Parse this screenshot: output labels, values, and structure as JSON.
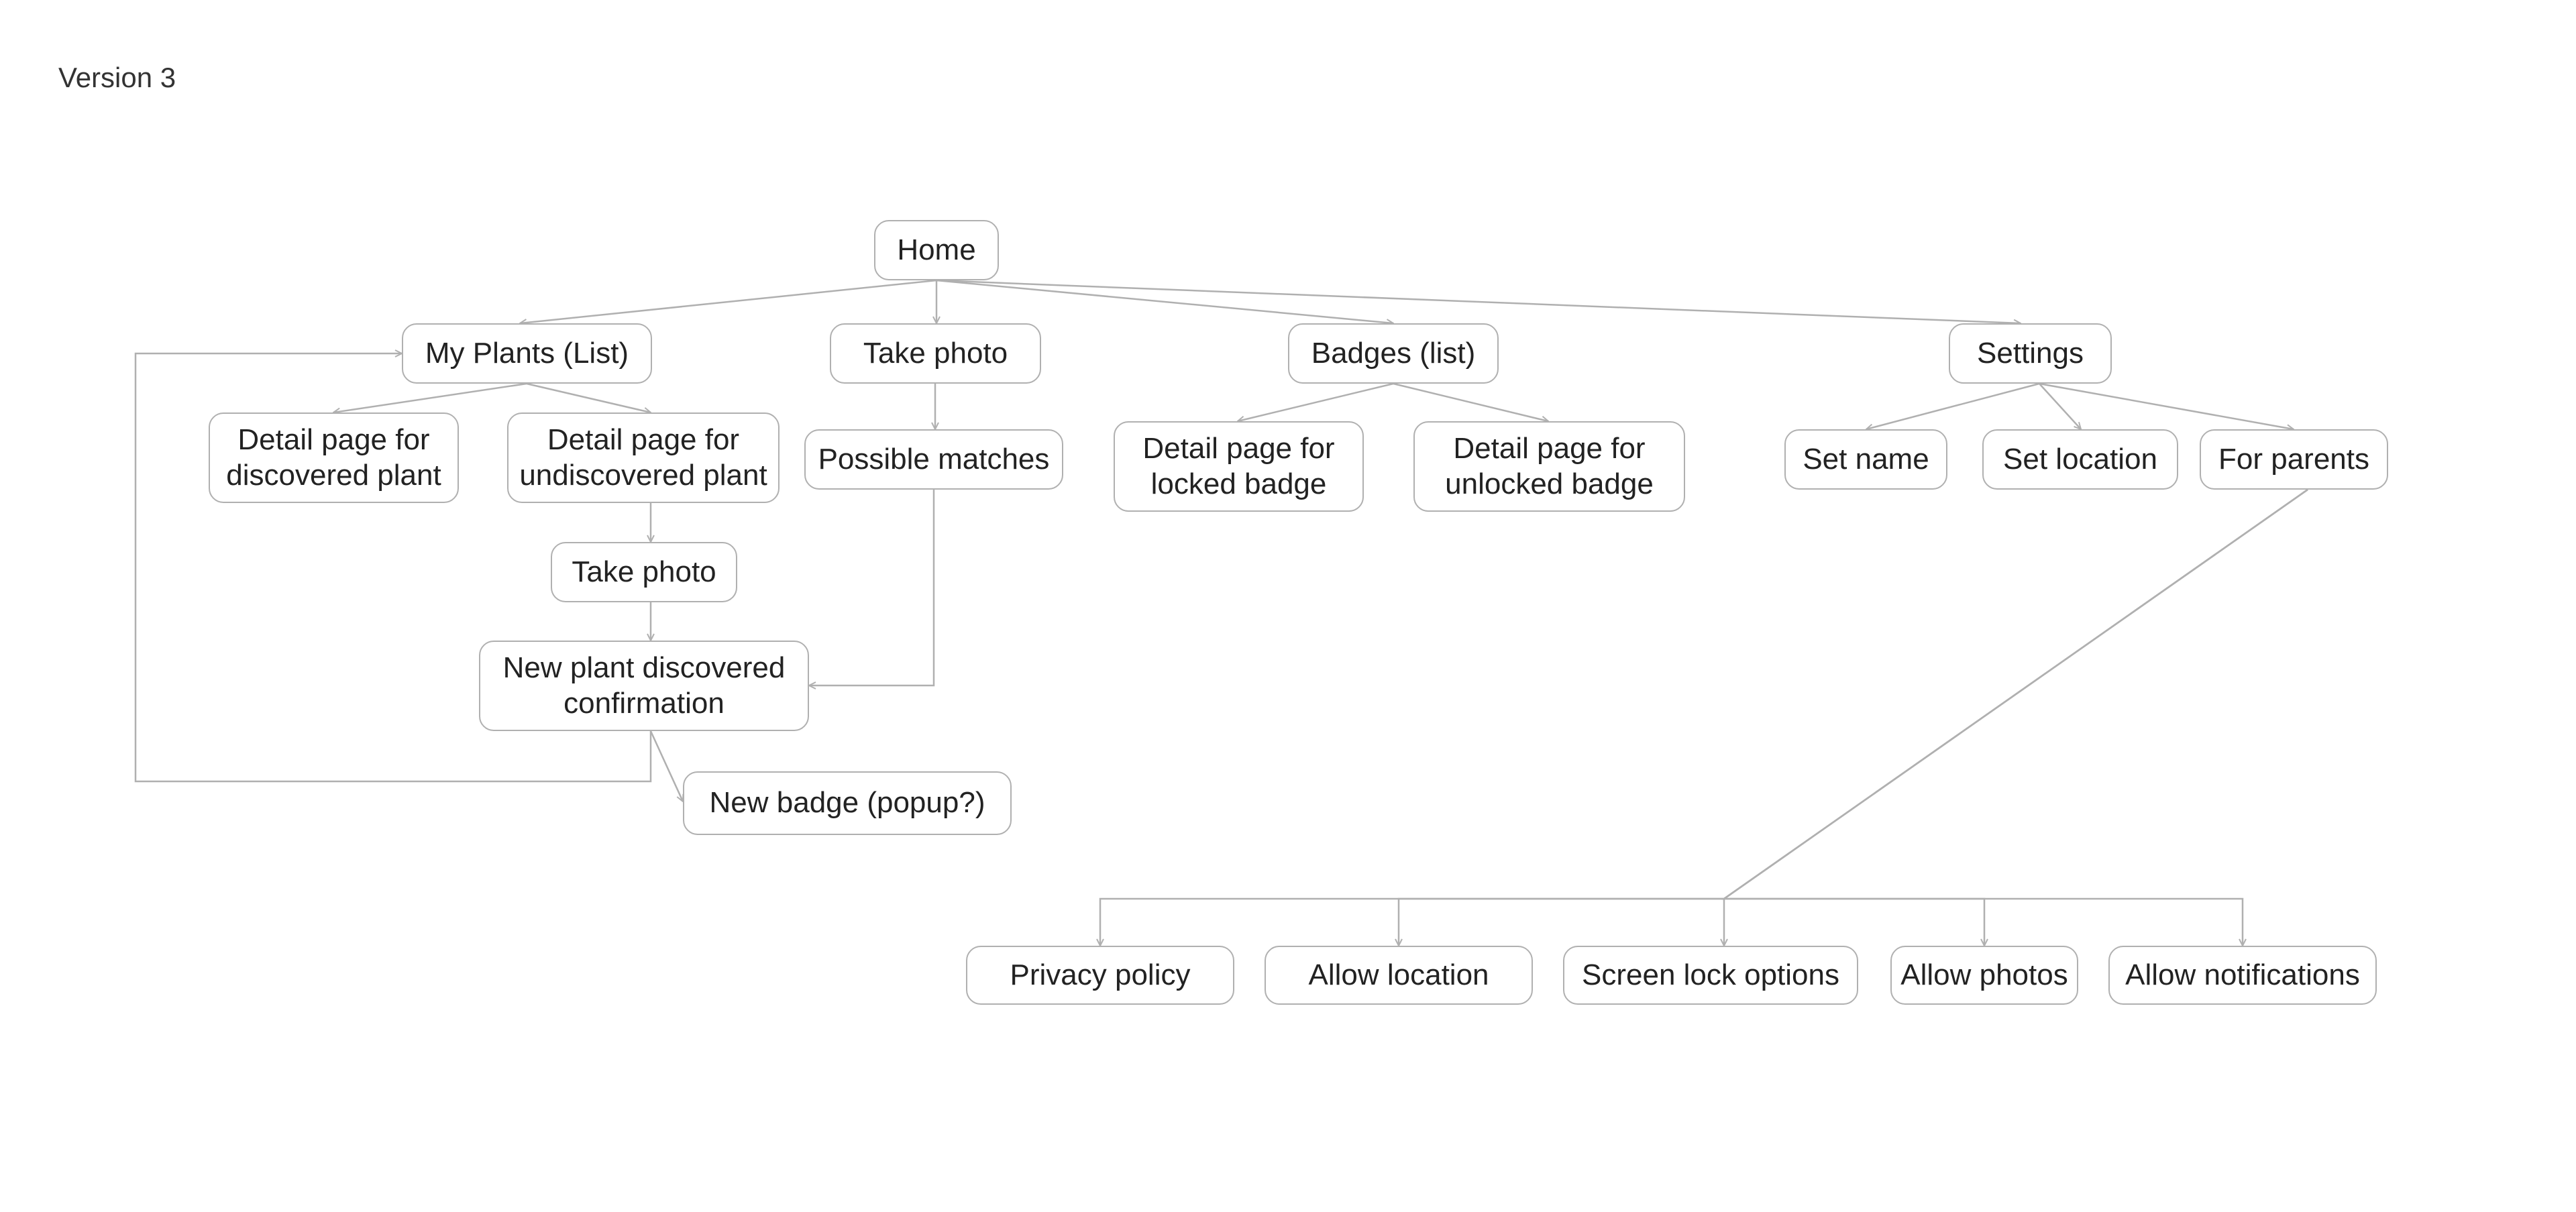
{
  "title": "Version 3",
  "style": {
    "edge_color": "#b0b0b0",
    "node_border_color": "#b0b0b0",
    "text_color": "#222222"
  },
  "nodes": {
    "home": {
      "label": "Home"
    },
    "my_plants": {
      "label": "My Plants (List)"
    },
    "take_photo_main": {
      "label": "Take photo"
    },
    "badges": {
      "label": "Badges (list)"
    },
    "settings": {
      "label": "Settings"
    },
    "detail_discovered": {
      "label": "Detail page for\ndiscovered plant"
    },
    "detail_undiscovered": {
      "label": "Detail page for\nundiscovered plant"
    },
    "possible_matches": {
      "label": "Possible matches"
    },
    "detail_locked": {
      "label": "Detail page for\nlocked badge"
    },
    "detail_unlocked": {
      "label": "Detail page for\nunlocked badge"
    },
    "set_name": {
      "label": "Set name"
    },
    "set_location": {
      "label": "Set location"
    },
    "for_parents": {
      "label": "For parents"
    },
    "take_photo_sub": {
      "label": "Take photo"
    },
    "new_plant_confirm": {
      "label": "New plant discovered\nconfirmation"
    },
    "new_badge": {
      "label": "New badge (popup?)"
    },
    "privacy_policy": {
      "label": "Privacy policy"
    },
    "allow_location": {
      "label": "Allow location"
    },
    "screen_lock": {
      "label": "Screen lock options"
    },
    "allow_photos": {
      "label": "Allow photos"
    },
    "allow_notifications": {
      "label": "Allow notifications"
    }
  },
  "edges": [
    {
      "from": "home",
      "to": "my_plants"
    },
    {
      "from": "home",
      "to": "take_photo_main"
    },
    {
      "from": "home",
      "to": "badges"
    },
    {
      "from": "home",
      "to": "settings"
    },
    {
      "from": "my_plants",
      "to": "detail_discovered"
    },
    {
      "from": "my_plants",
      "to": "detail_undiscovered"
    },
    {
      "from": "detail_undiscovered",
      "to": "take_photo_sub"
    },
    {
      "from": "take_photo_sub",
      "to": "new_plant_confirm"
    },
    {
      "from": "take_photo_main",
      "to": "possible_matches"
    },
    {
      "from": "possible_matches",
      "to": "new_plant_confirm"
    },
    {
      "from": "new_plant_confirm",
      "to": "my_plants"
    },
    {
      "from": "new_plant_confirm",
      "to": "new_badge"
    },
    {
      "from": "badges",
      "to": "detail_locked"
    },
    {
      "from": "badges",
      "to": "detail_unlocked"
    },
    {
      "from": "settings",
      "to": "set_name"
    },
    {
      "from": "settings",
      "to": "set_location"
    },
    {
      "from": "settings",
      "to": "for_parents"
    },
    {
      "from": "for_parents",
      "to": "privacy_policy"
    },
    {
      "from": "for_parents",
      "to": "allow_location"
    },
    {
      "from": "for_parents",
      "to": "screen_lock"
    },
    {
      "from": "for_parents",
      "to": "allow_photos"
    },
    {
      "from": "for_parents",
      "to": "allow_notifications"
    }
  ]
}
